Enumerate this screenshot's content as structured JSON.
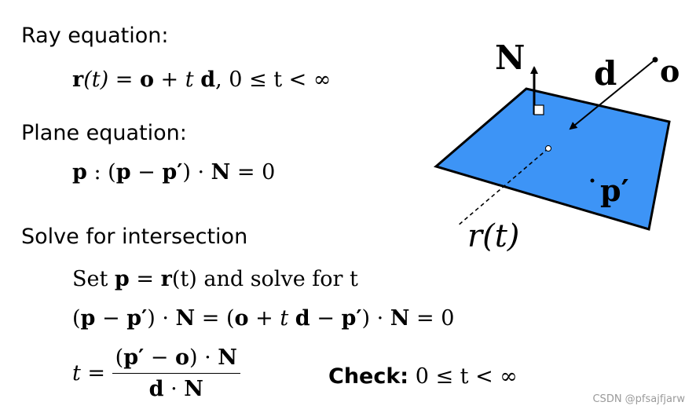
{
  "headings": {
    "ray": "Ray equation:",
    "plane": "Plane equation:",
    "solve": "Solve for intersection"
  },
  "equations": {
    "ray": {
      "r": "r",
      "arg": "(t) = ",
      "o": "o",
      "plus_t": " + t ",
      "d": "d",
      "range": ",  0 ≤ t < ∞"
    },
    "plane": {
      "p1": "p",
      "colon": " : (",
      "p2": "p",
      "minus": " − ",
      "pprime": "p′",
      "dot": ") · ",
      "N": "N",
      "eq": " = 0"
    },
    "set": {
      "text1": "Set ",
      "p": "p",
      "eq": " = ",
      "r": "r",
      "text2": "(t) and solve for t"
    },
    "expand": {
      "open": "(",
      "p": "p",
      "minus": " − ",
      "pprime": "p′",
      "dotN1": ") · ",
      "N1": "N",
      "eq": " = (",
      "o": "o",
      "plus_t": " + t ",
      "d": "d",
      "minus2": " − ",
      "pprime2": "p′",
      "dotN2": ") · ",
      "N2": "N",
      "end": " = 0"
    },
    "t_solution": {
      "lhs": "t = ",
      "num_open": "(",
      "num_pprime": "p′",
      "num_minus": " − ",
      "num_o": "o",
      "num_close": ") · ",
      "num_N": "N",
      "den_d": "d",
      "den_dot": " · ",
      "den_N": "N"
    },
    "check": {
      "label": "Check:",
      "expr": " 0 ≤ t < ∞"
    }
  },
  "diagram": {
    "labels": {
      "N": "N",
      "d": "d",
      "o": "o",
      "pprime": "p′",
      "rt": "r(t)"
    },
    "colors": {
      "plane_fill": "#3d94f6",
      "outline": "#000000"
    }
  },
  "watermark": "CSDN @pfsajfjarw"
}
